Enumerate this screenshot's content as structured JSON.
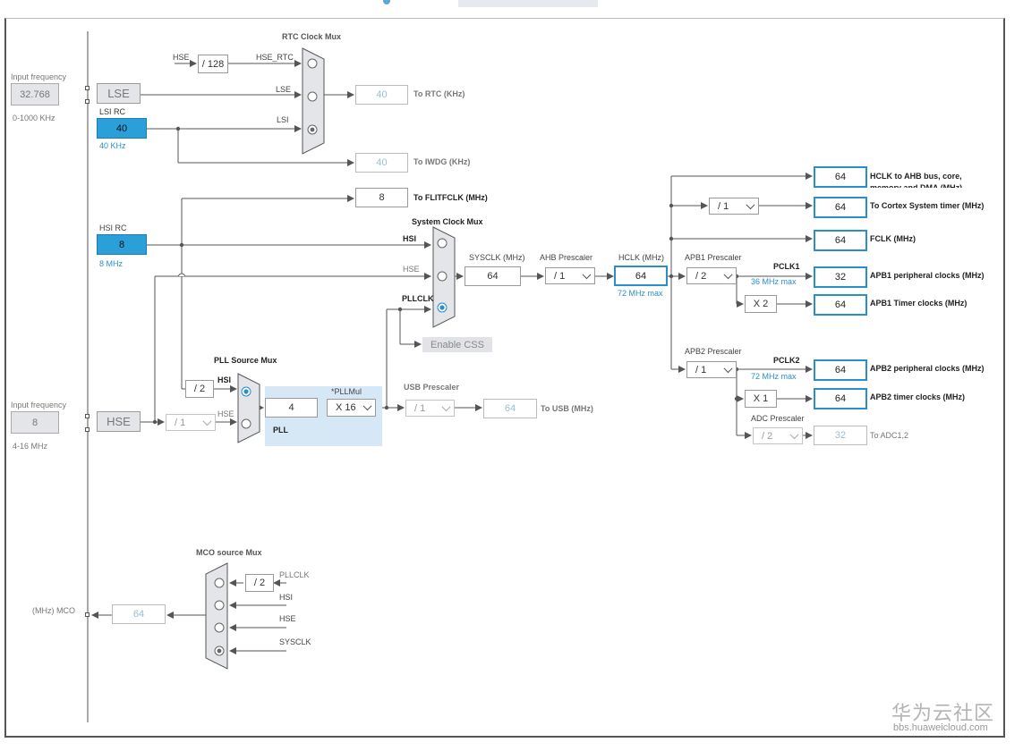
{
  "colors": {
    "accent": "#2a9fd8",
    "border_blue": "#2a8fc9",
    "wire": "#555555",
    "disabled_text": "#9bbcd6",
    "pll_bg": "#d6e8f6"
  },
  "left": {
    "lse_input": {
      "label": "Input frequency",
      "value": "32.768",
      "range": "0-1000 KHz"
    },
    "hse_input": {
      "label": "Input frequency",
      "value": "8",
      "range": "4-16 MHz"
    },
    "mco_label": "(MHz) MCO",
    "mco_value": "64"
  },
  "sources": {
    "lse": "LSE",
    "lsi_title": "LSI RC",
    "lsi_value": "40",
    "lsi_freq": "40 KHz",
    "hsi_title": "HSI RC",
    "hsi_value": "8",
    "hsi_freq": "8 MHz",
    "hse": "HSE"
  },
  "rtc": {
    "mux_title": "RTC Clock Mux",
    "hse_label": "HSE",
    "div": "/ 128",
    "hse_rtc": "HSE_RTC",
    "lse_label": "LSE",
    "lsi_label": "LSI",
    "rtc_value": "40",
    "rtc_out": "To RTC (KHz)",
    "iwdg_value": "40",
    "iwdg_out": "To IWDG (KHz)"
  },
  "flit": {
    "value": "8",
    "label": "To FLITFCLK (MHz)"
  },
  "sysmux": {
    "title": "System Clock Mux",
    "hsi": "HSI",
    "hse": "HSE",
    "pllclk": "PLLCLK",
    "enable_css": "Enable CSS"
  },
  "sysclk": {
    "label": "SYSCLK (MHz)",
    "value": "64"
  },
  "ahb": {
    "label": "AHB Prescaler",
    "value": "/ 1"
  },
  "hclk": {
    "label": "HCLK (MHz)",
    "value": "64",
    "max": "72 MHz max"
  },
  "pll": {
    "src_title": "PLL Source Mux",
    "hsi": "HSI",
    "hse": "HSE",
    "hsi_div": "/ 2",
    "hse_div": "/ 1",
    "value": "4",
    "mul_label": "*PLLMul",
    "mul": "X 16",
    "label": "PLL"
  },
  "usb": {
    "label": "USB Prescaler",
    "div": "/ 1",
    "value": "64",
    "out": "To USB (MHz)"
  },
  "outputs": {
    "hclk_ahb": {
      "value": "64",
      "label": "HCLK to AHB bus, core, memory and DMA (MHz)"
    },
    "cortex_div": "/ 1",
    "cortex": {
      "value": "64",
      "label": "To Cortex System timer (MHz)"
    },
    "fclk": {
      "value": "64",
      "label": "FCLK (MHz)"
    }
  },
  "apb1": {
    "label": "APB1 Prescaler",
    "div": "/ 2",
    "pclk": "PCLK1",
    "max": "36 MHz max",
    "periph_value": "32",
    "periph_label": "APB1 peripheral clocks (MHz)",
    "timer_mul": "X 2",
    "timer_value": "64",
    "timer_label": "APB1 Timer clocks (MHz)"
  },
  "apb2": {
    "label": "APB2 Prescaler",
    "div": "/ 1",
    "pclk": "PCLK2",
    "max": "72 MHz max",
    "periph_value": "64",
    "periph_label": "APB2 peripheral clocks (MHz)",
    "timer_mul": "X 1",
    "timer_value": "64",
    "timer_label": "APB2 timer clocks (MHz)"
  },
  "adc": {
    "label": "ADC Prescaler",
    "div": "/ 2",
    "value": "32",
    "out": "To ADC1,2"
  },
  "mco": {
    "title": "MCO source Mux",
    "div": "/ 2",
    "pllclk": "PLLCLK",
    "hsi": "HSI",
    "hse": "HSE",
    "sysclk": "SYSCLK"
  },
  "watermark": {
    "line1": "华为云社区",
    "line2": "bbs.huaweicloud.com"
  }
}
